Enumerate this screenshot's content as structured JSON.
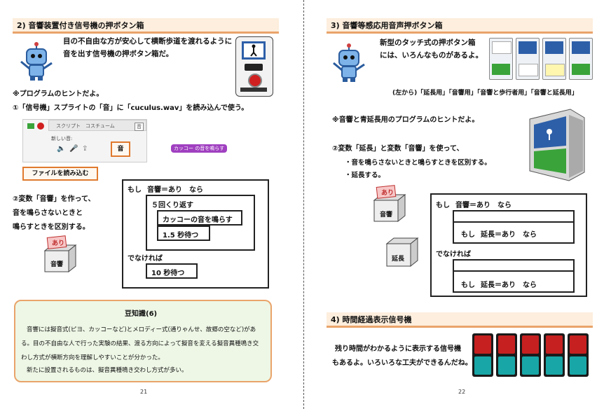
{
  "left": {
    "section_title": "2) 音響装置付き信号機の押ボタン箱",
    "intro_line1": "目の不自由な方が安心して横断歩道を渡れるように",
    "intro_line2": "音を出す信号機の押ボタン箱だ。",
    "hint": "※プログラムのヒントだよ。",
    "step1": "①「信号機」スプライトの「音」に「cuculus.wav」を読み込んで使う。",
    "tab_script": "スクリプト",
    "tab_costume": "コスチューム",
    "tab_sound": "音",
    "new_sound_label": "新しい音:",
    "callout_sound": "音",
    "callout_file": "ファイルを読み込む",
    "sprite_block": "カッコー の音を鳴らす",
    "step2_line1": "②変数「音響」を作って、",
    "step2_line2": "音を鳴らさないときと",
    "step2_line3": "鳴らすときを区別する。",
    "crate_flag": "あり",
    "crate_label": "音響",
    "code": {
      "if_label": "もし",
      "if_cond": "音響＝あり　なら",
      "repeat": "５回くり返す",
      "play": "カッコーの音を鳴らす",
      "wait1": "1.5 秒待つ",
      "else": "でなければ",
      "wait2": "10 秒待つ"
    },
    "note_title": "豆知識(6)",
    "note_line1": "音響には擬音式(ピヨ、カッコーなど)とメロディー式(通りゃんせ、故郷の空など)があ",
    "note_line2": "る。目の不自由な人で行った実験の結果、渡る方向によって擬音を変える擬音異種鳴き交",
    "note_line3": "わし方式が横断方向を理解しやすいことが分かった。",
    "note_line4": "新たに設置されるものは、擬音異種鳴き交わし方式が多い。",
    "page_number": "21"
  },
  "right": {
    "section_title": "3) 音響等感応用音声押ボタン箱",
    "intro_line1": "新型のタッチ式の押ボタン箱",
    "intro_line2": "には、いろんなものがあるよ。",
    "panel_caption": "(左から)「延長用」「音響用」「音響と歩行者用」「音響と延長用」",
    "hint": "※音響と青延長用のプログラムのヒントだよ。",
    "step2_line1": "②変数「延長」と変数「音響」を使って、",
    "bullet1": "・音を鳴らさないときと鳴らすときを区別する。",
    "bullet2": "・延長する。",
    "crate_flag": "あり",
    "crate_label1": "音響",
    "crate_label2": "延長",
    "code": {
      "if_label": "もし",
      "if_cond": "音響＝あり　なら",
      "inner_if_label": "もし",
      "inner_if_cond": "延長＝あり　なら",
      "else": "でなければ",
      "inner_if_label2": "もし",
      "inner_if_cond2": "延長＝あり　なら"
    },
    "section4_title": "4) 時間経過表示信号機",
    "s4_line1": "残り時間がわかるように表示する信号機",
    "s4_line2": "もあるよ。いろいろな工夫ができるんだね。",
    "page_number": "22"
  },
  "colors": {
    "accent": "#e9a46a",
    "note_bg": "#eef7e6",
    "sprite_purple": "#a040c0",
    "signal_red": "#c62020",
    "signal_teal": "#19a6a6"
  }
}
